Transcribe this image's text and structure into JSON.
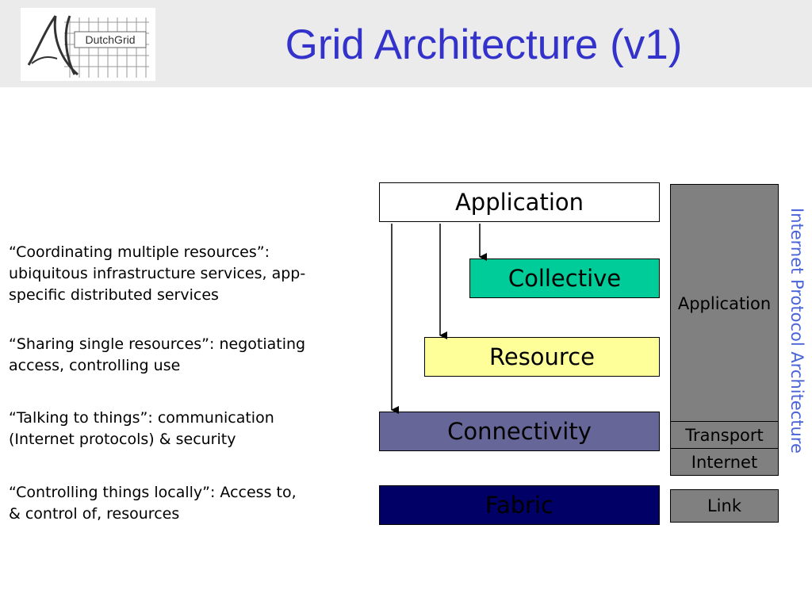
{
  "header": {
    "title": "Grid Architecture (v1)",
    "logo_text": "DutchGrid"
  },
  "descriptions": [
    {
      "lines": [
        "“Coordinating multiple resources”:",
        "ubiquitous infrastructure services, app-",
        "specific distributed services"
      ]
    },
    {
      "lines": [
        "“Sharing single resources”: negotiating",
        "access, controlling use"
      ]
    },
    {
      "lines": [
        "“Talking to things”: communication",
        "(Internet protocols) & security"
      ]
    },
    {
      "lines": [
        "“Controlling things locally”: Access to,",
        "& control of, resources"
      ]
    }
  ],
  "grid_layers": {
    "application": {
      "label": "Application",
      "color": "#ffffff"
    },
    "collective": {
      "label": "Collective",
      "color": "#00cc99"
    },
    "resource": {
      "label": "Resource",
      "color": "#ffff99"
    },
    "connectivity": {
      "label": "Connectivity",
      "color": "#666699"
    },
    "fabric": {
      "label": "Fabric",
      "color": "#000066"
    }
  },
  "ip_stack": {
    "application": "Application",
    "transport": "Transport",
    "internet": "Internet",
    "link": "Link",
    "vertical_label": "Internet Protocol Architecture",
    "box_color": "#808080"
  }
}
